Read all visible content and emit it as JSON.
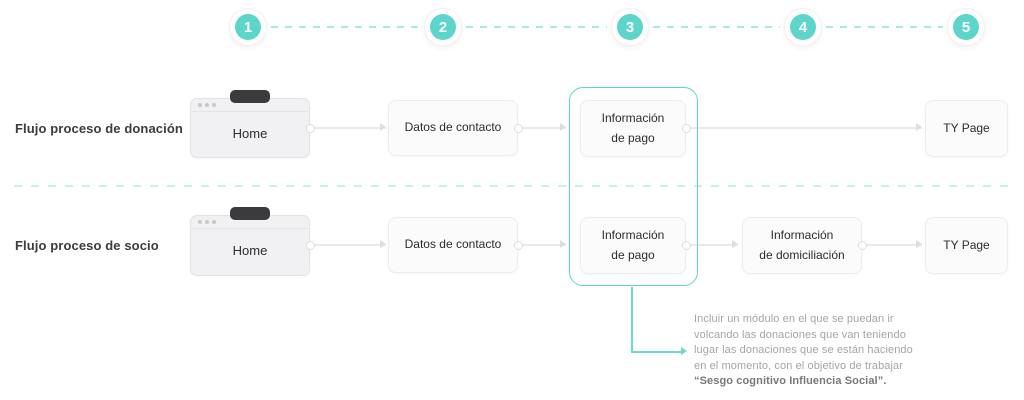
{
  "stepper": {
    "steps": [
      "1",
      "2",
      "3",
      "4",
      "5"
    ]
  },
  "rows": {
    "donacion": {
      "label": "Flujo proceso de donación",
      "home": "Home",
      "contact": "Datos de contacto",
      "payment": "Información\nde pago",
      "ty": "TY Page"
    },
    "socio": {
      "label": "Flujo proceso de socio",
      "home": "Home",
      "contact": "Datos de contacto",
      "payment": "Información\nde pago",
      "domiciliation": "Información\nde domiciliación",
      "ty": "TY Page"
    }
  },
  "note": {
    "lines": [
      "Incluir un módulo en el que se puedan ir",
      "volcando las donaciones que van teniendo",
      "lugar las donaciones que se están haciendo",
      "en el momento, con el objetivo de trabajar"
    ],
    "bold_line": "“Sesgo cognitivo Influencia Social”."
  },
  "colors": {
    "accent_teal": "#5ed5cb",
    "stepper_dash": "#a9e9e2",
    "separator_dash": "#c9f0eb",
    "tab_dark": "#3b3b3d"
  }
}
